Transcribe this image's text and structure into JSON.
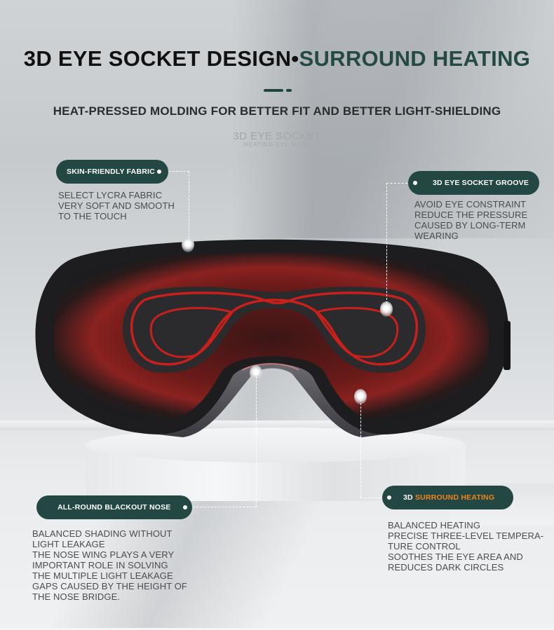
{
  "header": {
    "title_main": "3D EYE SOCKET DESIGN•",
    "title_accent": "SURROUND HEATING",
    "subtitle": "HEAT-PRESSED MOLDING FOR BETTER FIT AND BETTER LIGHT-SHIELDING",
    "accent_color": "#254a45"
  },
  "watermark": {
    "line1": "3D EYE SOCKET",
    "line2": "HEATING EYE MASK"
  },
  "features": [
    {
      "label": "SKIN-FRIENDLY FABRIC",
      "lines": [
        "SELECT LYCRA FABRIC",
        "VERY SOFT AND SMOOTH",
        "TO THE TOUCH"
      ]
    },
    {
      "label": "3D EYE SOCKET GROOVE",
      "lines": [
        "AVOID EYE CONSTRAINT",
        "REDUCE THE PRESSURE",
        "CAUSED BY LONG-TERM",
        "WEARING"
      ]
    },
    {
      "label": "ALL-ROUND BLACKOUT NOSE",
      "lines": [
        "BALANCED SHADING WITHOUT",
        "LIGHT LEAKAGE",
        "THE NOSE WING PLAYS A VERY",
        "IMPORTANT ROLE IN SOLVING",
        "THE MULTIPLE LIGHT LEAKAGE",
        "GAPS CAUSED BY THE HEIGHT OF",
        "THE NOSE BRIDGE."
      ]
    },
    {
      "label_prefix": "3D ",
      "label_accent": "SURROUND HEATING",
      "label_accent_color": "#f08418",
      "lines": [
        "BALANCED HEATING",
        "PRECISE THREE-LEVEL TEMPERA-",
        "TURE CONTROL",
        "SOOTHES THE EYE AREA AND",
        "REDUCES DARK CIRCLES"
      ]
    }
  ],
  "colors": {
    "pill_bg": "#234843",
    "heating_red": "#c8201c",
    "mask_dark": "#1c1c1e"
  }
}
